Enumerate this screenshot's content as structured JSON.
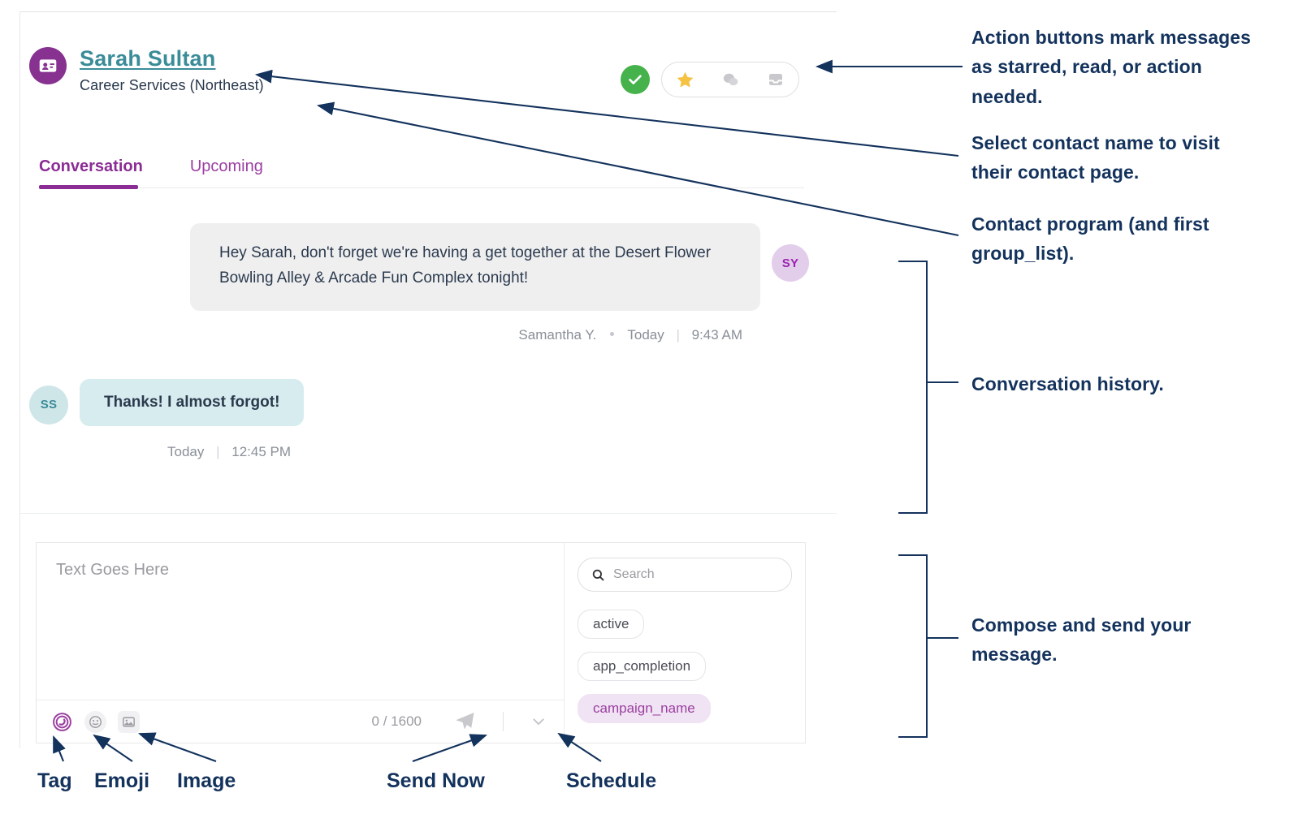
{
  "app": {
    "contact": {
      "name": "Sarah Sultan",
      "program": "Career Services (Northeast)",
      "avatar_icon": "id-card-icon"
    },
    "action_buttons": {
      "status_icon": "green-check-circle-icon",
      "items": [
        {
          "name": "starred",
          "icon": "star-icon",
          "state": "active",
          "color": "#f5c242"
        },
        {
          "name": "read",
          "icon": "chat-bubbles-icon",
          "state": "inactive",
          "color": "#c9c9cd"
        },
        {
          "name": "action-needed",
          "icon": "inbox-tray-icon",
          "state": "inactive",
          "color": "#c9c9cd"
        }
      ]
    },
    "tabs": [
      {
        "label": "Conversation",
        "active": true
      },
      {
        "label": "Upcoming",
        "active": false
      }
    ],
    "conversation": {
      "outgoing": {
        "text": "Hey Sarah, don't forget we're having a get together at the Desert Flower Bowling Alley & Arcade Fun Complex tonight!",
        "avatar_initials": "SY",
        "sender": "Samantha Y.",
        "day": "Today",
        "time": "9:43 AM"
      },
      "incoming": {
        "text": "Thanks! I almost forgot!",
        "avatar_initials": "SS",
        "day": "Today",
        "time": "12:45 PM"
      }
    },
    "compose": {
      "placeholder": "Text Goes Here",
      "value": "",
      "char_count": "0 / 1600",
      "tools": [
        {
          "name": "tag",
          "icon": "tag-icon"
        },
        {
          "name": "emoji",
          "icon": "emoji-face-icon"
        },
        {
          "name": "image",
          "icon": "image-icon"
        }
      ],
      "send_icon": "paper-plane-icon",
      "schedule_icon": "chevron-down-icon"
    },
    "tag_panel": {
      "search_placeholder": "Search",
      "search_icon": "search-icon",
      "chips": [
        {
          "label": "active",
          "selected": false
        },
        {
          "label": "app_completion",
          "selected": false
        },
        {
          "label": "campaign_name",
          "selected": true
        }
      ]
    }
  },
  "annotations": {
    "right": [
      {
        "id": "action-buttons",
        "text": "Action buttons mark messages as starred, read, or action needed."
      },
      {
        "id": "contact-name",
        "text": "Select contact name to visit their contact page."
      },
      {
        "id": "contact-program",
        "text": "Contact program (and first group_list)."
      },
      {
        "id": "conversation-history",
        "text": "Conversation history."
      },
      {
        "id": "compose-send",
        "text": "Compose and send your message."
      }
    ],
    "bottom": [
      {
        "id": "tag",
        "text": "Tag"
      },
      {
        "id": "emoji",
        "text": "Emoji"
      },
      {
        "id": "image",
        "text": "Image"
      },
      {
        "id": "send-now",
        "text": "Send Now"
      },
      {
        "id": "schedule",
        "text": "Schedule"
      }
    ]
  },
  "colors": {
    "brand_purple": "#8b2d94",
    "link_teal": "#3a8c99",
    "annotation_navy": "#13325c",
    "status_green": "#46b24b",
    "star_gold": "#f5c242"
  }
}
